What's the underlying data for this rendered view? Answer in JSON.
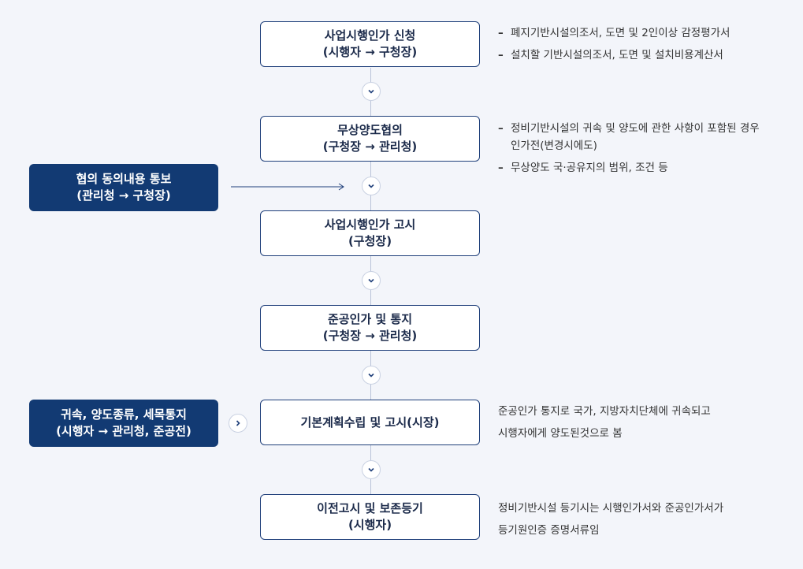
{
  "steps": [
    {
      "line1": "사업시행인가 신청",
      "line2": "(시행자 → 구청장)"
    },
    {
      "line1": "무상양도협의",
      "line2": "(구청장 → 관리청)"
    },
    {
      "line1": "사업시행인가 고시",
      "line2": "(구청장)"
    },
    {
      "line1": "준공인가 및 통지",
      "line2": "(구청장 → 관리청)"
    },
    {
      "line1": "기본계획수립 및 고시(시장)",
      "line2": ""
    },
    {
      "line1": "이전고시 및 보존등기",
      "line2": "(시행자)"
    }
  ],
  "side_boxes": [
    {
      "line1": "협의 동의내용 통보",
      "line2": "(관리청 → 구청장)"
    },
    {
      "line1": "귀속, 양도종류, 세목통지",
      "line2": "(시행자 → 관리청, 준공전)"
    }
  ],
  "notes": {
    "step1": [
      "폐지기반시설의조서, 도면 및 2인이상 감정평가서",
      "설치할 기반시설의조서, 도면 및 설치비용계산서"
    ],
    "step2_item1": [
      "정비기반시설의 귀속 및 양도에 관한 사항이 포함된 경우",
      "인가전(변경시에도)"
    ],
    "step2_item2": "무상양도 국·공유지의 범위, 조건 등",
    "step5": [
      "준공인가 통지로 국가, 지방자치단체에 귀속되고",
      "시행자에게 양도된것으로 봄"
    ],
    "step6": [
      "정비기반시설 등기시는 시행인가서와 준공인가서가",
      "등기원인증 증명서류임"
    ]
  },
  "colors": {
    "accent": "#123a73",
    "line": "#b9c3d9",
    "background": "#f3f5fa"
  },
  "icons": {
    "connector": "chevron-down-icon",
    "side_arrow": "chevron-right-icon"
  }
}
